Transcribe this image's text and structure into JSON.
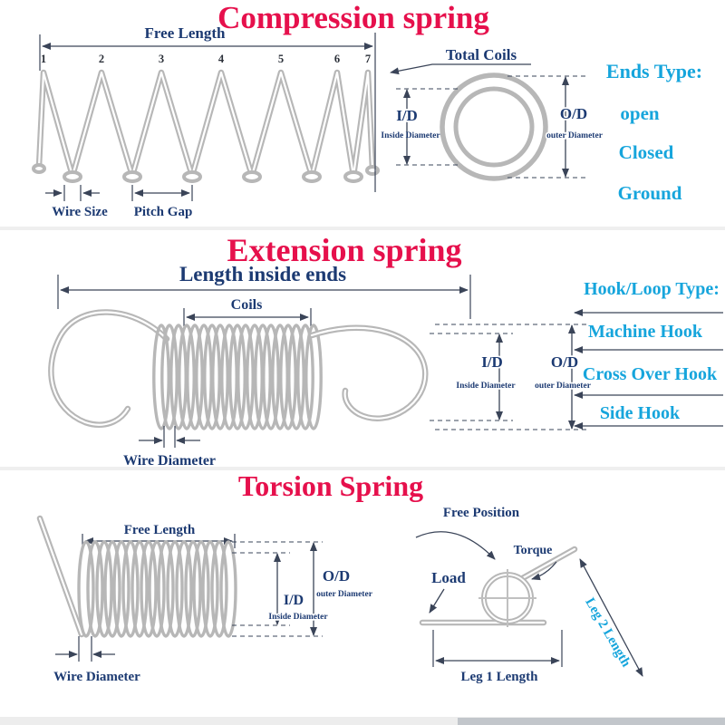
{
  "colors": {
    "title_red": "#e6104c",
    "label_navy": "#1c3a72",
    "type_cyan": "#16a5dc",
    "spring_gray": "#b7b7b7",
    "dimension_dark": "#3a4458"
  },
  "compression": {
    "title": "Compression spring",
    "free_length": "Free Length",
    "coil_numbers": [
      "1",
      "2",
      "3",
      "4",
      "5",
      "6",
      "7"
    ],
    "wire_size": "Wire Size",
    "pitch_gap": "Pitch Gap",
    "total_coils": "Total Coils",
    "id_abbr": "I/D",
    "id_full": "Inside Diameter",
    "od_abbr": "O/D",
    "od_full": "outer Diameter",
    "ends_type_heading": "Ends Type:",
    "ends_types": [
      "open",
      "Closed",
      "Ground"
    ]
  },
  "extension": {
    "title": "Extension spring",
    "length_inside_ends": "Length inside ends",
    "coils": "Coils",
    "wire_diameter": "Wire Diameter",
    "id_abbr": "I/D",
    "id_full": "Inside Diameter",
    "od_abbr": "O/D",
    "od_full": "outer Diameter",
    "hook_type_heading": "Hook/Loop Type:",
    "hook_types": [
      "Machine Hook",
      "Cross Over Hook",
      "Side Hook"
    ]
  },
  "torsion": {
    "title": "Torsion Spring",
    "free_length": "Free Length",
    "wire_diameter": "Wire Diameter",
    "id_abbr": "I/D",
    "id_full": "Inside Diameter",
    "od_abbr": "O/D",
    "od_full": "outer Diameter",
    "free_position": "Free Position",
    "torque": "Torque",
    "load": "Load",
    "leg1": "Leg 1 Length",
    "leg2": "Leg 2 Length"
  }
}
